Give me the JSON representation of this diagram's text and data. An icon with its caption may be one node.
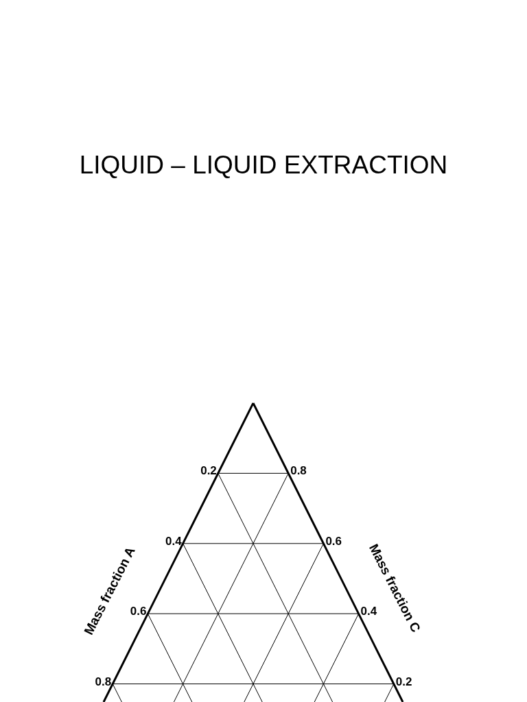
{
  "diagram": {
    "title": "LIQUID – LIQUID EXTRACTION",
    "labels": [
      "0.2",
      "0.8",
      "0.4",
      "0.6",
      "0.6",
      "0.4",
      "0.8",
      "0.2",
      "Mass fraction A",
      "Mass fraction C"
    ]
  }
}
